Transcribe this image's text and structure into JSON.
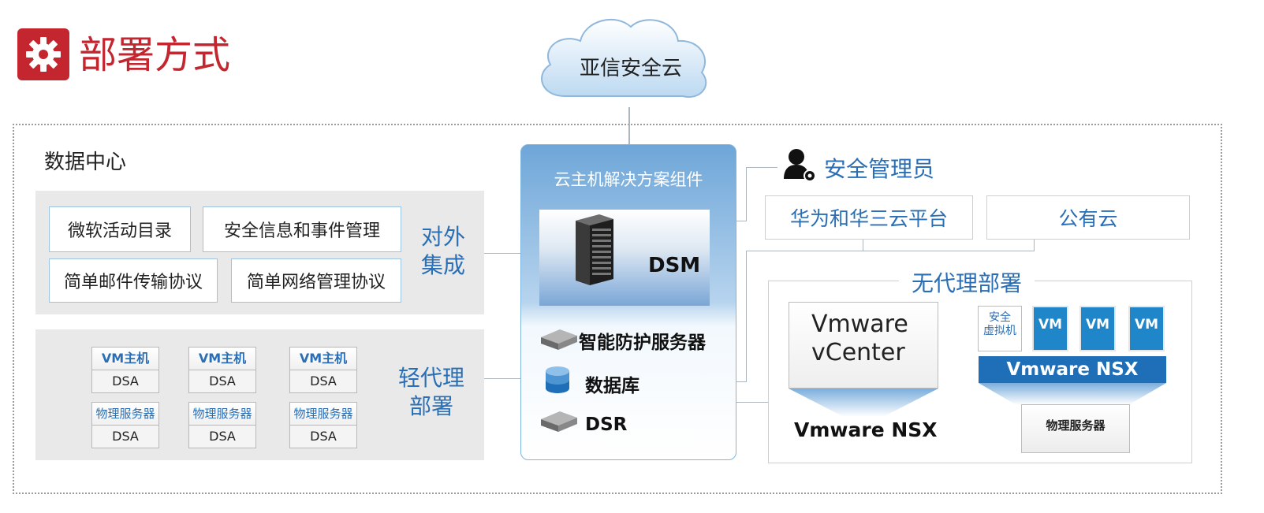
{
  "header": {
    "title": "部署方式",
    "icon": "gear-icon",
    "accent_color": "#c4262f"
  },
  "cloud": {
    "label": "亚信安全云"
  },
  "datacenter": {
    "title": "数据中心",
    "external_integration": {
      "label_line1": "对外",
      "label_line2": "集成",
      "items": [
        "微软活动目录",
        "安全信息和事件管理",
        "简单邮件传输协议",
        "简单网络管理协议"
      ]
    },
    "light_agent": {
      "label_line1": "轻代理",
      "label_line2": "部署",
      "cells": [
        {
          "top": "VM主机",
          "bottom": "DSA"
        },
        {
          "top": "VM主机",
          "bottom": "DSA"
        },
        {
          "top": "VM主机",
          "bottom": "DSA"
        },
        {
          "top": "物理服务器",
          "bottom": "DSA"
        },
        {
          "top": "物理服务器",
          "bottom": "DSA"
        },
        {
          "top": "物理服务器",
          "bottom": "DSA"
        }
      ]
    }
  },
  "solution": {
    "title": "云主机解决方案组件",
    "dsm": "DSM",
    "components": [
      "智能防护服务器",
      "数据库",
      "DSR"
    ]
  },
  "admin": {
    "label": "安全管理员"
  },
  "platforms": [
    "华为和华三云平台",
    "公有云"
  ],
  "agentless": {
    "title": "无代理部署",
    "vcenter_line1": "Vmware",
    "vcenter_line2": "vCenter",
    "nsx_left": "Vmware NSX",
    "security_vm_line1": "安全",
    "security_vm_line2": "虚拟机",
    "vms": [
      "VM",
      "VM",
      "VM"
    ],
    "nsx_bar": "Vmware NSX",
    "physical_server": "物理服务器"
  },
  "colors": {
    "blue": "#2a6fb5",
    "vm_blue": "#1f86c9",
    "red": "#c4262f"
  }
}
